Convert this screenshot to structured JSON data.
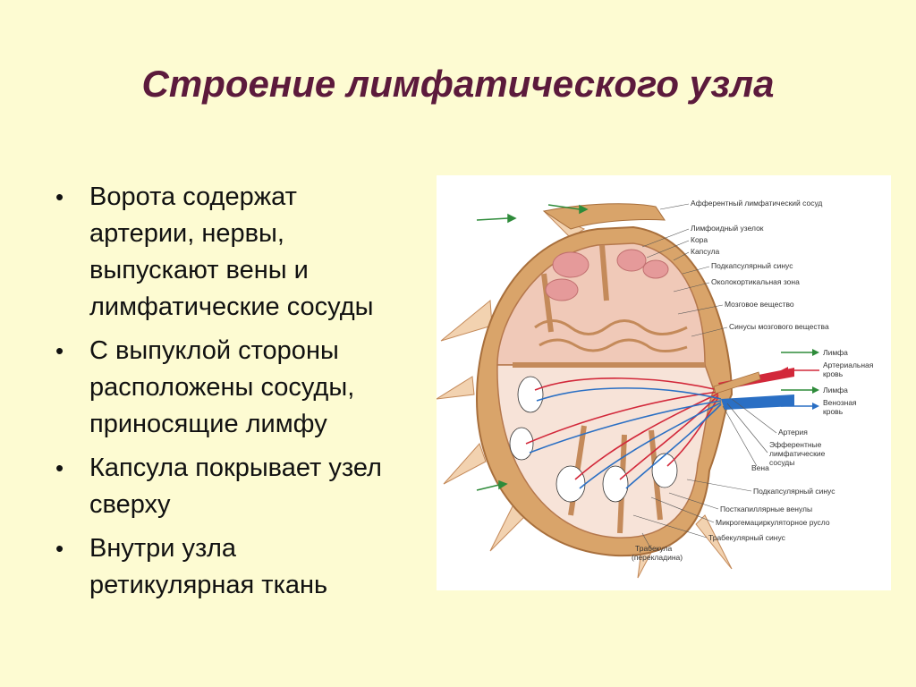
{
  "slide": {
    "title": "Строение лимфатического узла",
    "bullets": [
      "Ворота содержат артерии, нервы, выпускают вены и лимфатические сосуды",
      "С выпуклой стороны расположены сосуды, приносящие лимфу",
      "Капсула покрывает узел сверху",
      "Внутри узла ретикулярная ткань"
    ],
    "bullet_glyph": "•"
  },
  "figure": {
    "labels": {
      "afferent": "Афферентный лимфатический сосуд",
      "nodule": "Лимфоидный узелок",
      "cortex": "Кора",
      "capsule": "Капсула",
      "subcapsular_sinus_top": "Подкапсулярный синус",
      "paracortex": "Околокортикальная зона",
      "medulla": "Мозговое вещество",
      "medullary_sinuses": "Синусы мозгового вещества",
      "lymph_in": "Лимфа",
      "arterial_blood_1": "Артериальная",
      "arterial_blood_2": "кровь",
      "lymph_out": "Лимфа",
      "venous_blood_1": "Венозная",
      "venous_blood_2": "кровь",
      "artery": "Артерия",
      "efferent_1": "Эфферентные",
      "efferent_2": "лимфатические",
      "efferent_3": "сосуды",
      "vein": "Вена",
      "subcapsular_sinus_bottom": "Подкапсулярный синус",
      "postcapillary": "Посткапиллярные венулы",
      "microcirculation": "Микрогемациркуляторное русло",
      "trabecular_sinus": "Трабекулярный синус",
      "trabecula_1": "Трабекула",
      "trabecula_2": "(перекладина)"
    },
    "colors": {
      "capsule": "#d9a46a",
      "cortex": "#f0c9b8",
      "nodule": "#e59a9a",
      "medulla_bg": "#f7e3d8",
      "artery": "#d2283a",
      "vein": "#2a6fc4",
      "lymph_arrow": "#2e8b3a"
    }
  }
}
